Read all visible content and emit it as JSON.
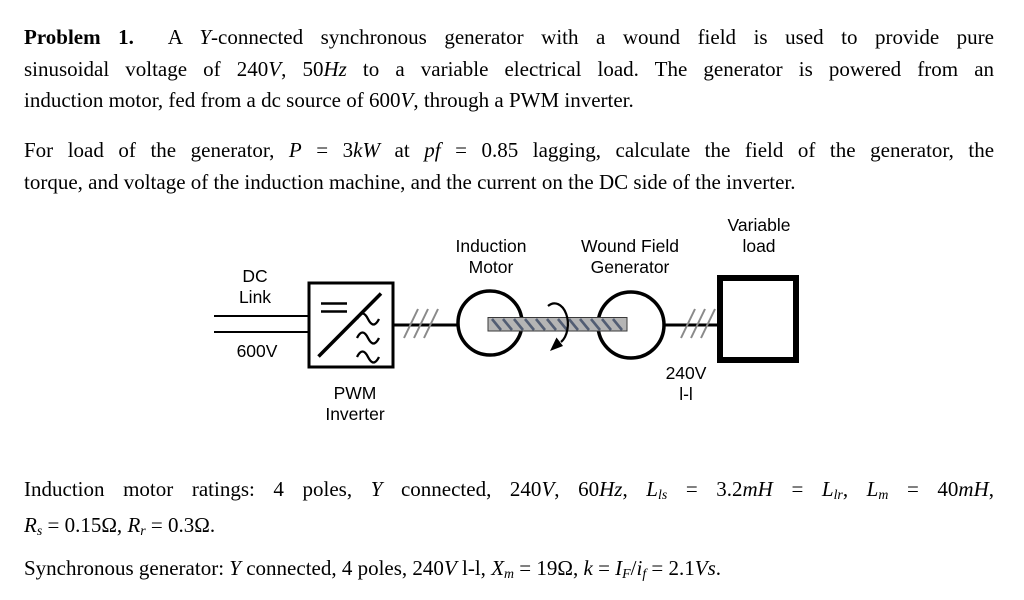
{
  "colors": {
    "background": "#ffffff",
    "text": "#000000",
    "diagram_line": "#000000",
    "shaft_fill": "#b5b5b5",
    "shaft_hatch": "#525d73",
    "phase_slash": "#8a8a8a"
  },
  "problem": {
    "para1_lines": [
      [
        {
          "t": "Problem 1.",
          "s": "b"
        },
        {
          "t": "  A "
        },
        {
          "t": "Y",
          "s": "i"
        },
        {
          "t": "-connected synchronous generator with a wound field is used to provide pure"
        }
      ],
      [
        {
          "t": "sinusoidal voltage of 240"
        },
        {
          "t": "V",
          "s": "i"
        },
        {
          "t": ", 50"
        },
        {
          "t": "Hz",
          "s": "i"
        },
        {
          "t": " to a variable electrical load. The generator is powered from an"
        }
      ],
      [
        {
          "t": "induction motor, fed from a dc source of 600"
        },
        {
          "t": "V",
          "s": "i"
        },
        {
          "t": ", through a PWM inverter."
        }
      ]
    ],
    "para2_lines": [
      [
        {
          "t": "For load of the generator, "
        },
        {
          "t": "P",
          "s": "i"
        },
        {
          "t": " = 3"
        },
        {
          "t": "kW",
          "s": "i"
        },
        {
          "t": " at "
        },
        {
          "t": "pf",
          "s": "i"
        },
        {
          "t": " = 0.85 lagging, calculate the field of the generator, the"
        }
      ],
      [
        {
          "t": "torque, and voltage of the induction machine, and the current on the DC side of the inverter."
        }
      ]
    ],
    "ratings_lines": [
      [
        {
          "t": "Induction motor ratings: 4 poles, "
        },
        {
          "t": "Y",
          "s": "i"
        },
        {
          "t": " connected, 240"
        },
        {
          "t": "V",
          "s": "i"
        },
        {
          "t": ", 60"
        },
        {
          "t": "Hz",
          "s": "i"
        },
        {
          "t": ", "
        },
        {
          "t": "L",
          "s": "i"
        },
        {
          "t": "ls",
          "s": "subi"
        },
        {
          "t": " = 3.2"
        },
        {
          "t": "mH",
          "s": "i"
        },
        {
          "t": " = "
        },
        {
          "t": "L",
          "s": "i"
        },
        {
          "t": "lr",
          "s": "subi"
        },
        {
          "t": ", "
        },
        {
          "t": "L",
          "s": "i"
        },
        {
          "t": "m",
          "s": "subi"
        },
        {
          "t": " = 40"
        },
        {
          "t": "mH",
          "s": "i"
        },
        {
          "t": ","
        }
      ],
      [
        {
          "t": "R",
          "s": "i"
        },
        {
          "t": "s",
          "s": "subi"
        },
        {
          "t": " = 0.15Ω, "
        },
        {
          "t": "R",
          "s": "i"
        },
        {
          "t": "r",
          "s": "subi"
        },
        {
          "t": " = 0.3Ω."
        }
      ]
    ],
    "generator_lines": [
      [
        {
          "t": "Synchronous generator: "
        },
        {
          "t": "Y",
          "s": "i"
        },
        {
          "t": " connected, 4 poles, 240"
        },
        {
          "t": "V",
          "s": "i"
        },
        {
          "t": " l-l, "
        },
        {
          "t": "X",
          "s": "i"
        },
        {
          "t": "m",
          "s": "subi"
        },
        {
          "t": " = 19Ω, "
        },
        {
          "t": "k",
          "s": "i"
        },
        {
          "t": " = "
        },
        {
          "t": "I",
          "s": "i"
        },
        {
          "t": "F",
          "s": "subi"
        },
        {
          "t": "/"
        },
        {
          "t": "i",
          "s": "i"
        },
        {
          "t": "f",
          "s": "subi"
        },
        {
          "t": " = 2.1"
        },
        {
          "t": "Vs",
          "s": "i"
        },
        {
          "t": "."
        }
      ]
    ]
  },
  "diagram": {
    "labels": {
      "dc_link_1": "DC",
      "dc_link_2": "Link",
      "dc_voltage": "600V",
      "inverter_1": "PWM",
      "inverter_2": "Inverter",
      "motor_1": "Induction",
      "motor_2": "Motor",
      "generator_1": "Wound Field",
      "generator_2": "Generator",
      "load_1": "Variable",
      "load_2": "load",
      "line_voltage_1": "240V",
      "line_voltage_2": "l-l"
    }
  }
}
